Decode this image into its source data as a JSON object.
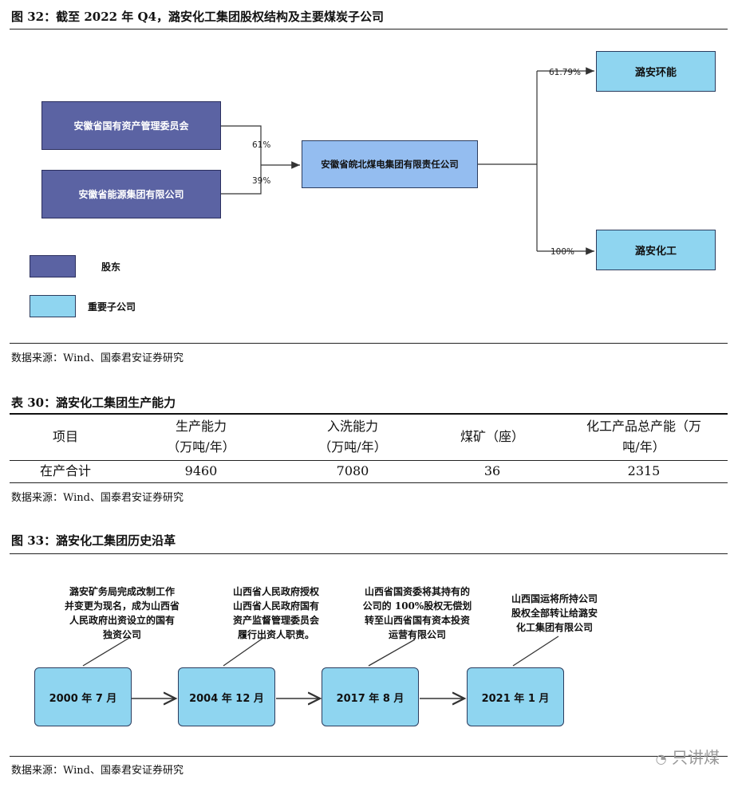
{
  "fig32": {
    "title": "图 32：截至 2022 年 Q4，潞安化工集团股权结构及主要煤炭子公司",
    "shareholders": [
      "安徽省国有资产管理委员会",
      "安徽省能源集团有限公司"
    ],
    "shareholder_pcts": [
      "61%",
      "39%"
    ],
    "holding": "安徽省皖北煤电集团有限责任公司",
    "subsidiaries": [
      "潞安环能",
      "潞安化工"
    ],
    "subsidiary_pcts": [
      "61.79%",
      "100%"
    ],
    "legend": [
      {
        "label": "股东",
        "color": "#5b63a3"
      },
      {
        "label": "重要子公司",
        "color": "#8fd5f0"
      }
    ],
    "source": "数据来源：Wind、国泰君安证券研究"
  },
  "table30": {
    "title": "表 30：潞安化工集团生产能力",
    "headers": [
      [
        "项目"
      ],
      [
        "生产能力",
        "（万吨/年）"
      ],
      [
        "入洗能力",
        "（万吨/年）"
      ],
      [
        "煤矿（座）"
      ],
      [
        "化工产品总产能（万",
        "吨/年）"
      ]
    ],
    "row": [
      "在产合计",
      "9460",
      "7080",
      "36",
      "2315"
    ],
    "source": "数据来源：Wind、国泰君安证券研究"
  },
  "fig33": {
    "title": "图 33：潞安化工集团历史沿革",
    "events": [
      {
        "date": "2000 年 7 月",
        "note": [
          "潞安矿务局完成改制工作",
          "并变更为现名，成为山西省",
          "人民政府出资设立的国有",
          "独资公司"
        ]
      },
      {
        "date": "2004 年 12 月",
        "note": [
          "山西省人民政府授权",
          "山西省人民政府国有",
          "资产监督管理委员会",
          "履行出资人职责。"
        ]
      },
      {
        "date": "2017 年 8 月",
        "note": [
          "山西省国资委将其持有的",
          "公司的 100%股权无偿划",
          "转至山西省国有资本投资",
          "运营有限公司"
        ]
      },
      {
        "date": "2021 年 1 月",
        "note": [
          "山西国运将所持公司",
          "股权全部转让给潞安",
          "化工集团有限公司"
        ]
      }
    ],
    "source": "数据来源：Wind、国泰君安证券研究"
  },
  "watermark": "只讲煤"
}
